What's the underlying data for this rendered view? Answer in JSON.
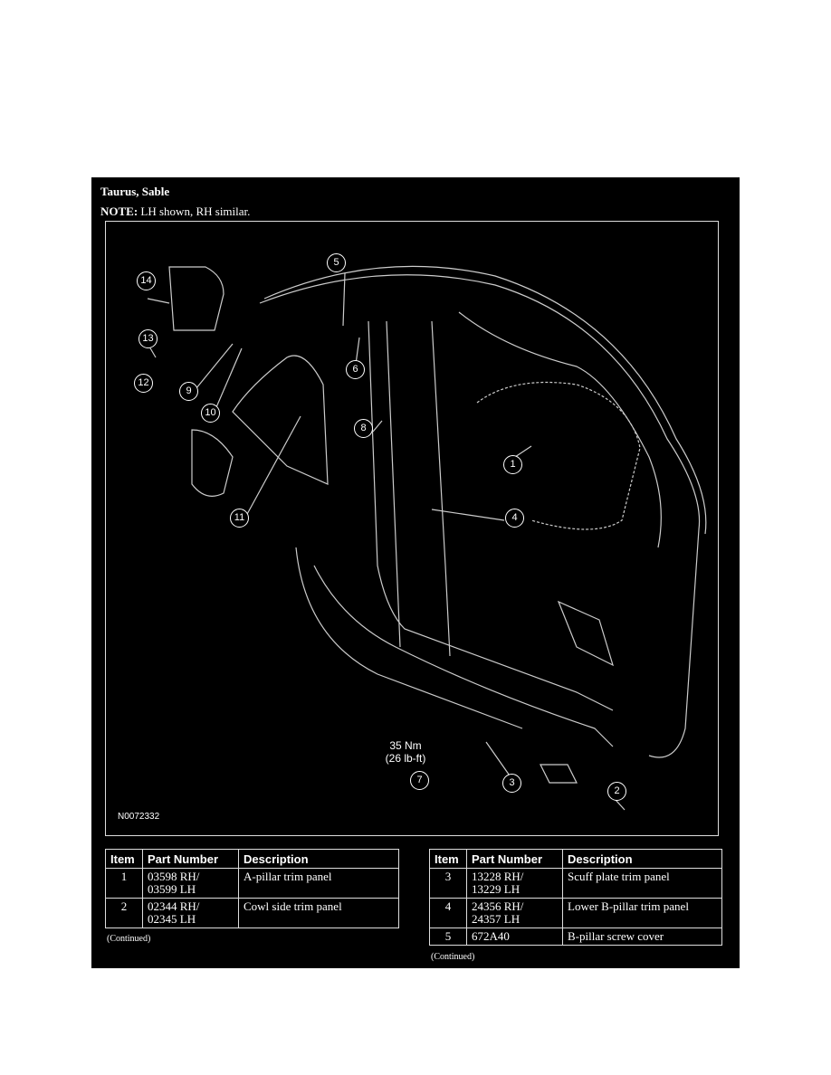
{
  "header": {
    "title": "Taurus, Sable",
    "note_label": "NOTE:",
    "note_text": " LH shown, RH similar."
  },
  "figure": {
    "id": "N0072332",
    "torque": {
      "line1": "35 Nm",
      "line2": "(26 lb-ft)"
    },
    "callouts": [
      "1",
      "2",
      "3",
      "4",
      "5",
      "6",
      "7",
      "8",
      "9",
      "10",
      "11",
      "12",
      "13",
      "14"
    ]
  },
  "tables": [
    {
      "headers": [
        "Item",
        "Part Number",
        "Description"
      ],
      "rows": [
        {
          "item": "1",
          "part_line1": "03598 RH/",
          "part_line2": "03599 LH",
          "description": "A-pillar trim panel"
        },
        {
          "item": "2",
          "part_line1": "02344 RH/",
          "part_line2": "02345 LH",
          "description": "Cowl side trim panel"
        }
      ],
      "footer": "(Continued)"
    },
    {
      "headers": [
        "Item",
        "Part Number",
        "Description"
      ],
      "rows": [
        {
          "item": "3",
          "part_line1": "13228 RH/",
          "part_line2": "13229 LH",
          "description": "Scuff plate trim panel"
        },
        {
          "item": "4",
          "part_line1": "24356 RH/",
          "part_line2": "24357 LH",
          "description": "Lower B-pillar trim panel"
        },
        {
          "item": "5",
          "part_line1": "672A40",
          "part_line2": "",
          "description": "B-pillar screw cover"
        }
      ],
      "footer": "(Continued)"
    }
  ]
}
